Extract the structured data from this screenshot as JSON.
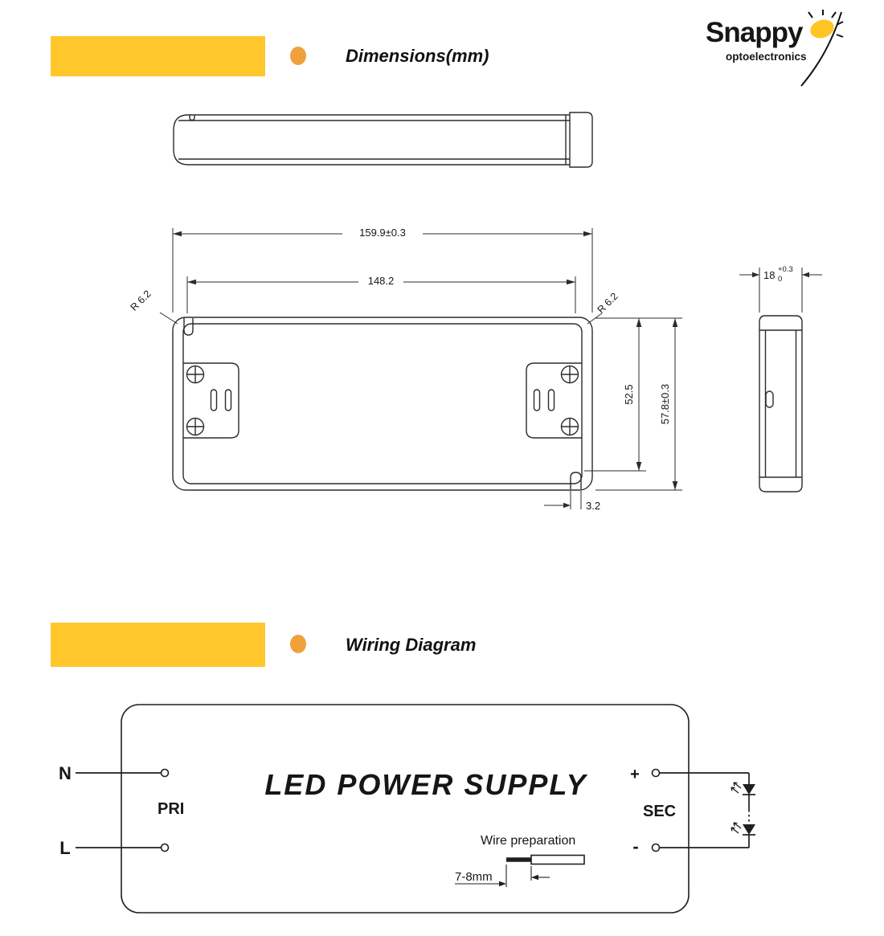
{
  "theme": {
    "bar": "#FFC72C",
    "dot": "#EFA13C",
    "line": "#2B2B2B",
    "sun": "#FFC425"
  },
  "logo": {
    "name": "Snappy",
    "subtitle": "optoelectronics"
  },
  "sections": {
    "dimensions": {
      "title": "Dimensions(mm)"
    },
    "wiring": {
      "title": "Wiring Diagram"
    }
  },
  "dims": {
    "total_width": "159.9±0.3",
    "inner_width": "148.2",
    "radius_left": "R 6.2",
    "radius_right": "R 6.2",
    "inner_height": "52.5",
    "total_height": "57.8±0.3",
    "notch_width": "3.2",
    "depth_value": "18",
    "depth_tol_plus": "+0.3",
    "depth_tol_minus": "0"
  },
  "wiring": {
    "device_label": "LED POWER SUPPLY",
    "terminal_n": "N",
    "terminal_l": "L",
    "pri": "PRI",
    "sec": "SEC",
    "plus": "+",
    "minus": "-",
    "wire_preparation": "Wire preparation",
    "strip_length": "7-8mm"
  }
}
